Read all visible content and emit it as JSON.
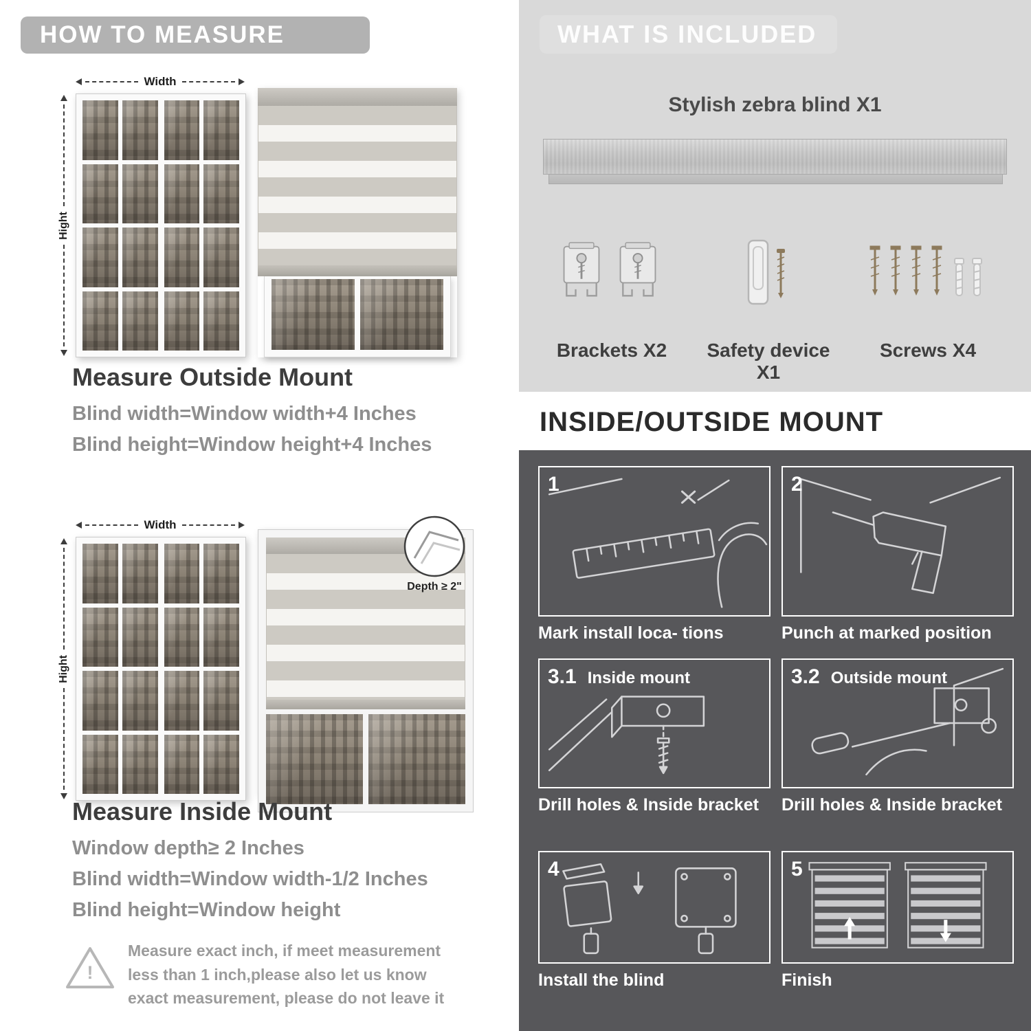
{
  "left": {
    "banner": "HOW TO MEASURE",
    "labels": {
      "width": "Width",
      "height": "Hight",
      "depth": "Depth ≥ 2\""
    },
    "outside": {
      "heading": "Measure Outside Mount",
      "line1": "Blind width=Window width+4 Inches",
      "line2": "Blind height=Window height+4 Inches"
    },
    "inside": {
      "heading": "Measure Inside Mount",
      "line1": "Window depth≥ 2 Inches",
      "line2": "Blind width=Window width-1/2 Inches",
      "line3": "Blind height=Window height"
    },
    "warning": {
      "mark": "!",
      "text": "Measure exact inch, if meet measurement less than 1 inch,please also let us know exact measurement, please do not leave it"
    }
  },
  "right": {
    "included": {
      "banner": "WHAT IS INCLUDED",
      "product": "Stylish zebra blind X1",
      "parts": [
        "Brackets X2",
        "Safety device X1",
        "Screws X4"
      ]
    },
    "mount_heading": "INSIDE/OUTSIDE MOUNT",
    "steps": [
      {
        "num": "1",
        "caption": "Mark install loca- tions"
      },
      {
        "num": "2",
        "caption": "Punch at  marked position"
      },
      {
        "num": "3.1",
        "title": "Inside mount",
        "caption": "Drill holes &  Inside bracket"
      },
      {
        "num": "3.2",
        "title": "Outside mount",
        "caption": "Drill holes &  Inside bracket"
      },
      {
        "num": "4",
        "caption": "Install the blind"
      },
      {
        "num": "5",
        "caption": "Finish"
      }
    ]
  },
  "colors": {
    "banner_gray": "#b2b2b2",
    "included_bg": "#d9d9d9",
    "panel_dark": "#57575a",
    "heading_dark": "#3d3d3d",
    "body_gray": "#8e8e8e"
  }
}
